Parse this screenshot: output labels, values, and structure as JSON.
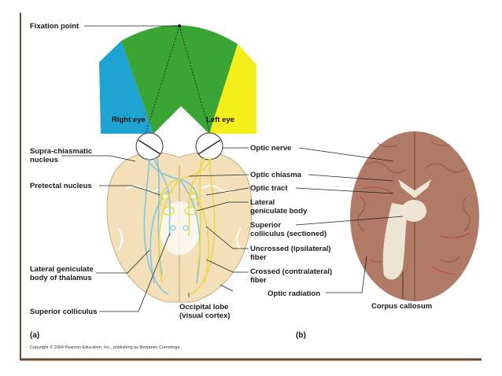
{
  "labels": {
    "fixation_point": "Fixation point",
    "right_eye": "Right eye",
    "left_eye": "Left eye",
    "suprachiasmatic_1": "Supra-chiasmatic",
    "suprachiasmatic_2": "nucleus",
    "pretectal": "Pretectal nucleus",
    "lgn_thalamus_1": "Lateral geniculate",
    "lgn_thalamus_2": "body of thalamus",
    "superior_colliculus": "Superior colliculus",
    "occipital_1": "Occipital lobe",
    "occipital_2": "(visual cortex)",
    "optic_nerve": "Optic nerve",
    "optic_chiasma": "Optic chiasma",
    "optic_tract": "Optic tract",
    "lgb_1": "Lateral",
    "lgb_2": "geniculate body",
    "sc_sectioned_1": "Superior",
    "sc_sectioned_2": "colliculus (sectioned)",
    "uncrossed_1": "Uncrossed (ipsilateral)",
    "uncrossed_2": "fiber",
    "crossed_1": "Crossed (contralateral)",
    "crossed_2": "fiber",
    "optic_radiation": "Optic radiation",
    "corpus_callosum": "Corpus callosum",
    "panel_a": "(a)",
    "panel_b": "(b)",
    "copyright": "Copyright © 2004 Pearson Education, Inc., publishing as Benjamin Cummings."
  },
  "colors": {
    "green_field": "#3aa535",
    "blue_field": "#1ea3d3",
    "yellow_field": "#f4ee1a",
    "brain_tan": "#f3dfb8",
    "yellow_fiber": "#e9d84a",
    "blue_fiber": "#7fc6e0",
    "photo_brain": "#b07a66",
    "frame_brown": "#6b4a2a"
  }
}
